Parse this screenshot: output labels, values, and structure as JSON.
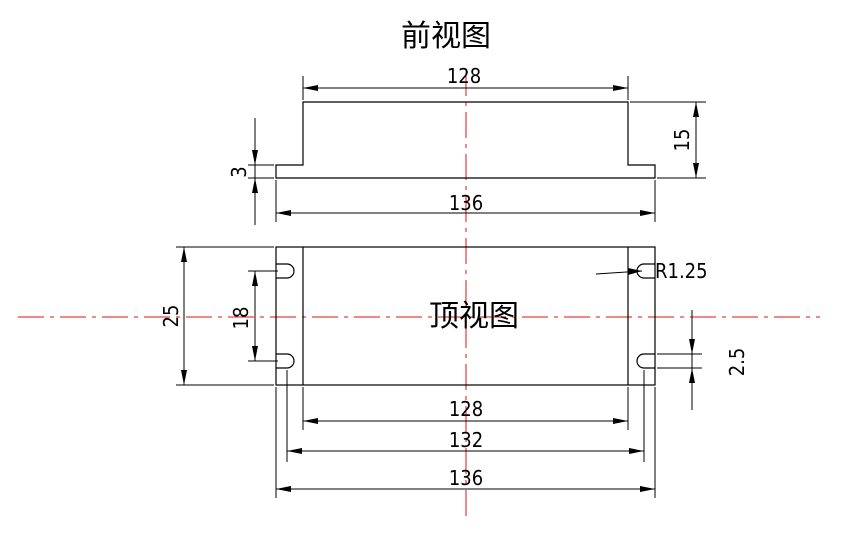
{
  "views": {
    "front_title": "前视图",
    "top_title": "顶视图"
  },
  "dimensions": {
    "front_width_top": "128",
    "front_width_base": "136",
    "front_height": "15",
    "front_flange_height": "3",
    "top_width_inner": "128",
    "top_width_slots": "132",
    "top_width_outer": "136",
    "top_depth": "25",
    "slot_spacing": "18",
    "slot_radius": "R1.25",
    "slot_width": "2.5"
  },
  "colors": {
    "line": "#000000",
    "centerline": "#e01010"
  }
}
